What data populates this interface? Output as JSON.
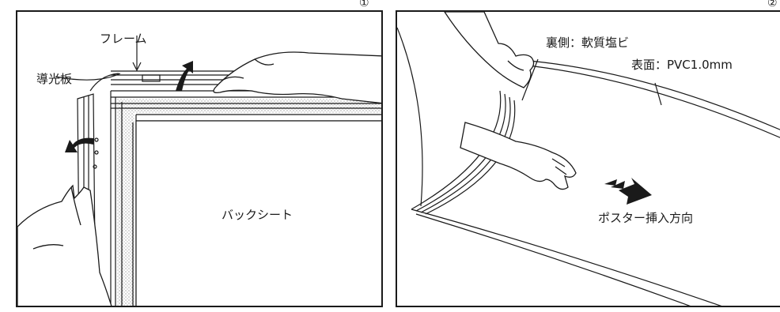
{
  "panels": [
    {
      "number": "①",
      "labels": {
        "frame": "フレーム",
        "light_guide": "導光板",
        "back_sheet": "バックシート"
      }
    },
    {
      "number": "②",
      "labels": {
        "back_side": "裏側：軟質塩ビ",
        "front_side": "表面：PVC1.0mm",
        "insert_direction": "ポスター挿入方向"
      }
    }
  ]
}
